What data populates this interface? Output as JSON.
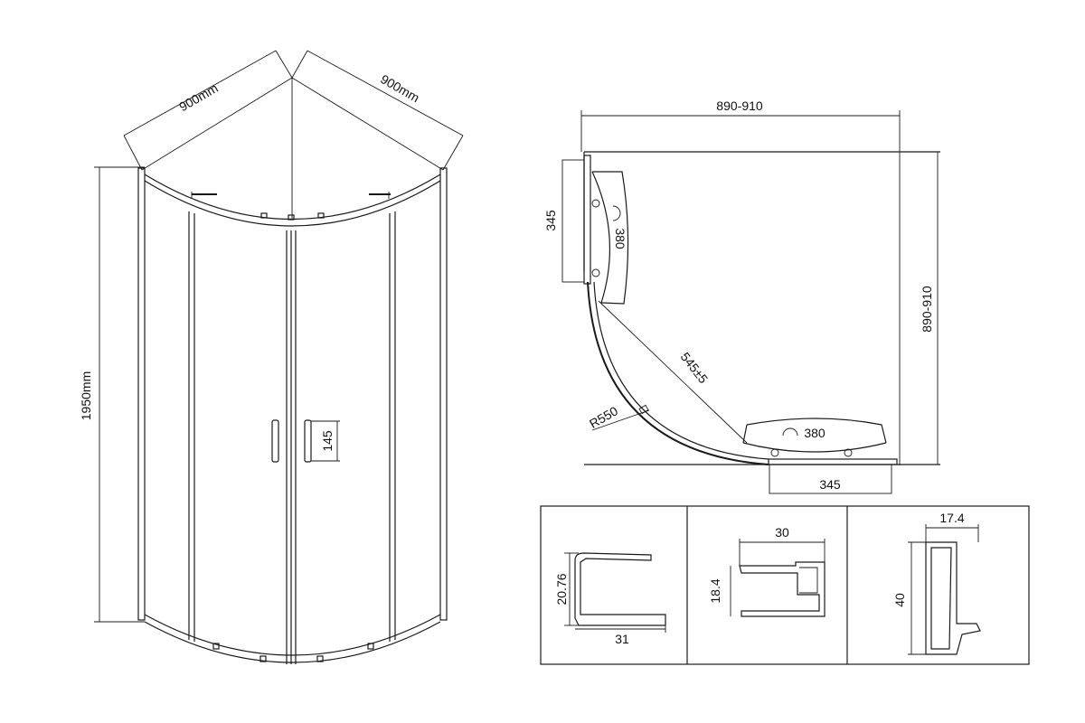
{
  "front_view": {
    "width_left": "900mm",
    "width_right": "900mm",
    "height": "1950mm",
    "handle": "145"
  },
  "plan_view": {
    "width_top": "890-910",
    "height_right": "890-910",
    "panel_side": "345",
    "panel_bottom": "345",
    "arc_side": "380",
    "arc_bottom": "380",
    "diagonal": "545±5",
    "radius": "R550"
  },
  "profiles": {
    "p1_height": "20.76",
    "p1_width": "31",
    "p2_width": "30",
    "p2_height": "18.4",
    "p3_width": "17.4",
    "p3_height": "40"
  }
}
